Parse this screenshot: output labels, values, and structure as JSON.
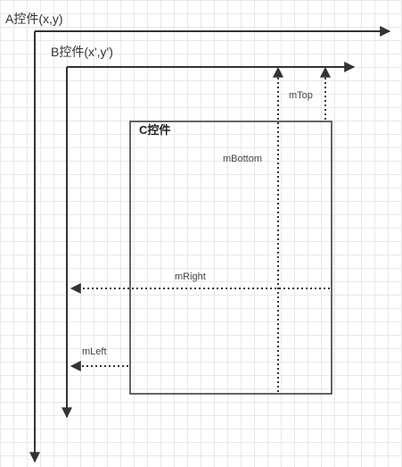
{
  "labels": {
    "a_control": "A控件(x,y)",
    "b_control": "B控件(x',y')",
    "c_control": "C控件",
    "m_top": "mTop",
    "m_bottom": "mBottom",
    "m_right": "mRight",
    "m_left": "mLeft"
  },
  "colors": {
    "stroke": "#333333",
    "grid": "#e8e8e8",
    "background": "#ffffff"
  }
}
